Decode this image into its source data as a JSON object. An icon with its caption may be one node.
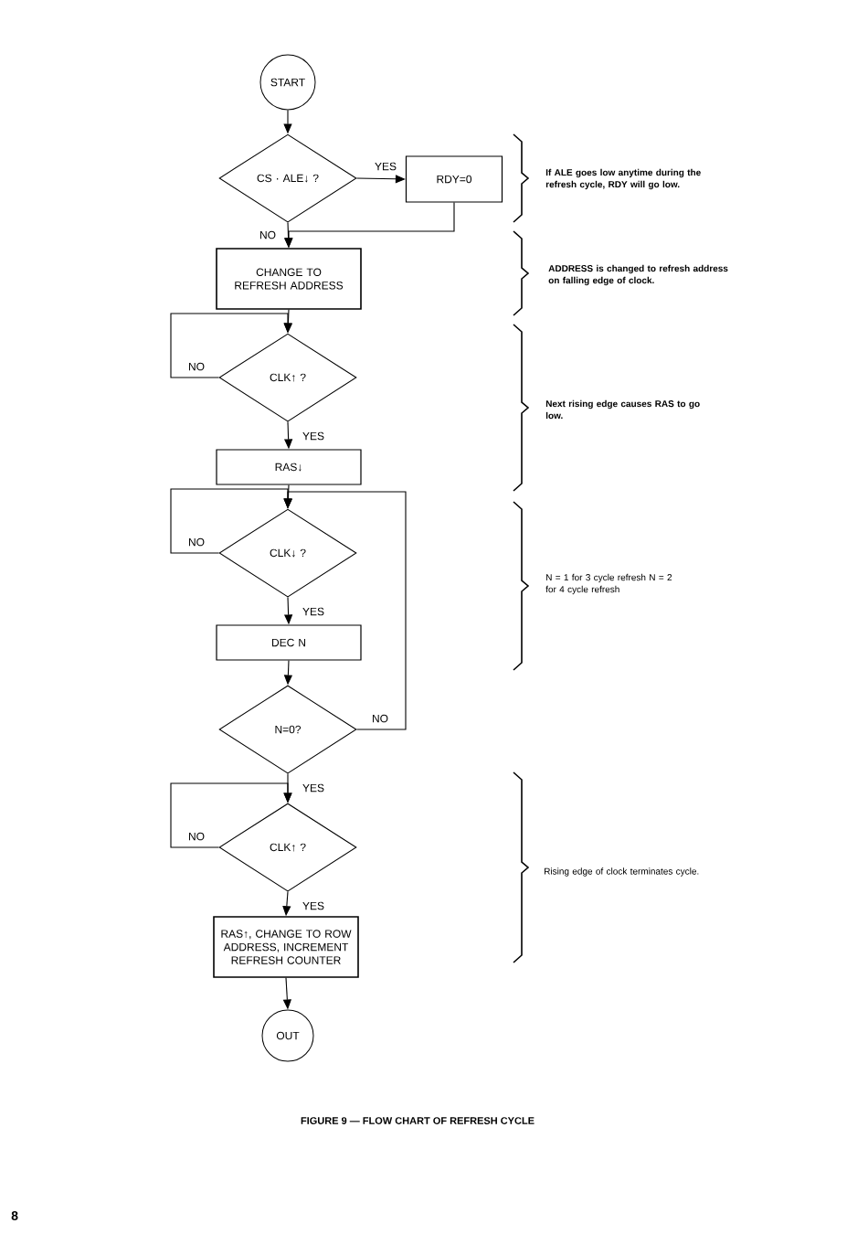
{
  "diagram": {
    "caption": "FIGURE 9 — FLOW CHART OF REFRESH CYCLE",
    "nodes": [
      {
        "text": [
          "START"
        ]
      },
      {
        "text": [
          "CS · ALE↓ ?"
        ]
      },
      {
        "text": [
          "RDY=0"
        ]
      },
      {
        "text": [
          "CHANGE TO REFRESH ADDRESS"
        ]
      },
      {
        "text": [
          "CLK↑ ?"
        ]
      },
      {
        "text": [
          "RAS↓"
        ]
      },
      {
        "text": [
          "CLK↓ ?"
        ]
      },
      {
        "text": [
          "DEC N"
        ]
      },
      {
        "text": [
          "N=0?"
        ]
      },
      {
        "text": [
          "CLK↑ ?"
        ]
      },
      {
        "text": [
          "RAS↑, CHANGE TO ROW ADDRESS, INCREMENT REFRESH COUNTER"
        ]
      },
      {
        "text": [
          "OUT"
        ]
      }
    ],
    "edges": [
      {
        "from": 0,
        "to": 1,
        "arrow": "to"
      },
      {
        "from": 1,
        "to": 2,
        "arrow": "to",
        "label": "YES"
      },
      {
        "from": 1,
        "to": 3,
        "arrow": "to",
        "label": "NO"
      },
      {
        "from": 2,
        "to": 3,
        "arrow": "to"
      },
      {
        "from": 3,
        "to": 4,
        "arrow": "to"
      },
      {
        "from": 4,
        "to": 4,
        "arrow": "to",
        "label": "NO"
      },
      {
        "from": 4,
        "to": 5,
        "arrow": "to",
        "label": "YES"
      },
      {
        "from": 5,
        "to": 6,
        "arrow": "to"
      },
      {
        "from": 6,
        "to": 6,
        "arrow": "to",
        "label": "NO"
      },
      {
        "from": 8,
        "to": 6,
        "arrow": "to",
        "label": "NO"
      },
      {
        "from": 6,
        "to": 7,
        "arrow": "to",
        "label": "YES"
      },
      {
        "from": 7,
        "to": 8,
        "arrow": "to"
      },
      {
        "from": 8,
        "to": 9,
        "arrow": "to",
        "label": "YES"
      },
      {
        "from": 9,
        "to": 9,
        "arrow": "to",
        "label": "NO"
      },
      {
        "from": 9,
        "to": 10,
        "arrow": "to",
        "label": "YES"
      },
      {
        "from": 10,
        "to": 11,
        "arrow": "to"
      }
    ],
    "labels": [
      "If ALE goes low anytime during the refresh cycle, RDY will go low.",
      "ADDRESS is changed to refresh address on falling edge of clock.",
      "Next rising edge causes RAS to go low.",
      "N = 1 for 3 cycle refresh N = 2 for 4 cycle refresh",
      "Rising edge of clock terminates cycle.",
      "8"
    ]
  }
}
